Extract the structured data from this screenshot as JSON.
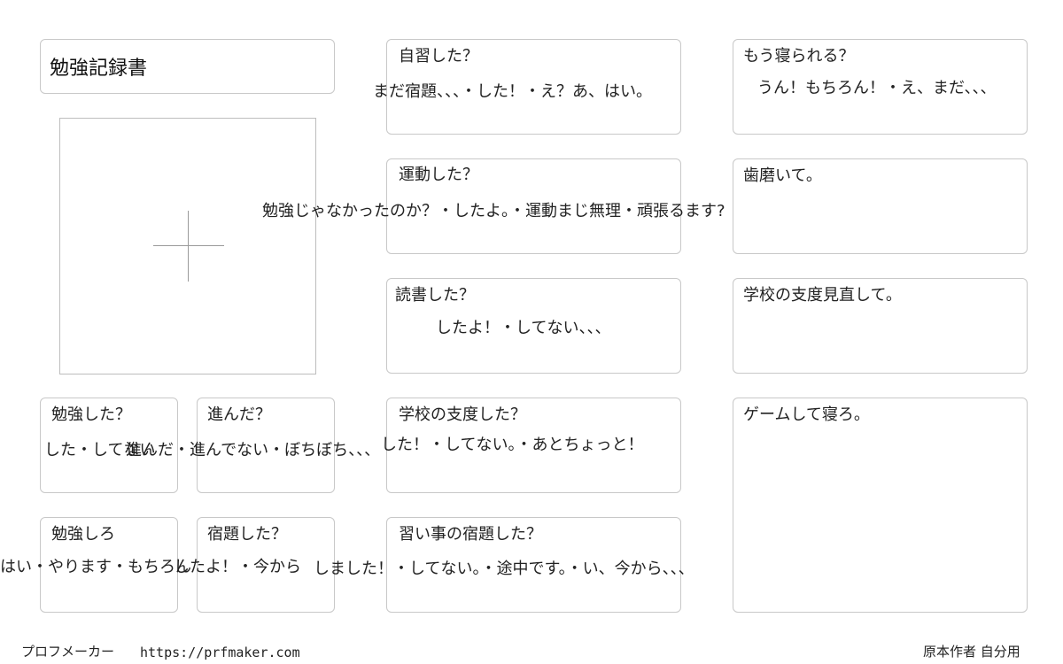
{
  "title": "勉強記録書",
  "photo": {
    "icon": "plus-icon"
  },
  "cards": {
    "jishu": {
      "label": "自習した？",
      "answer": "まだ宿題、、、・した！・え？あ、はい。"
    },
    "neru": {
      "label": "もう寝られる？",
      "answer": "うん！もちろん！・え、まだ、、、"
    },
    "undou": {
      "label": "運動した？",
      "answer": "勉強じゃなかったのか？・したよ。・運動まじ無理・頑張るます?"
    },
    "hamigaki": {
      "label": "歯磨いて。"
    },
    "dokusho": {
      "label": "読書した？",
      "answer": "したよ！・してない、、、"
    },
    "mitoshi": {
      "label": "学校の支度見直して。"
    },
    "benkyou": {
      "label": "勉強した？",
      "answer": "した・してない"
    },
    "susunda": {
      "label": "進んだ？",
      "answer": "進んだ・進んでない・ぼちぼち、、、"
    },
    "shitaku": {
      "label": "学校の支度した？",
      "answer": "した！・してない。・あとちょっと！"
    },
    "game": {
      "label": "ゲームして寝ろ。"
    },
    "benkyoushiro": {
      "label": "勉強しろ",
      "answer": "はい・やります・もちろん"
    },
    "shukudai": {
      "label": "宿題した？",
      "answer": "したよ！・今から"
    },
    "naraigoto": {
      "label": "習い事の宿題した？",
      "answer": "しました！・してない。・途中です。・い、今から、、、"
    }
  },
  "footer": {
    "brand": "プロフメーカー",
    "url": "https://prfmaker.com",
    "author": "原本作者 自分用"
  }
}
